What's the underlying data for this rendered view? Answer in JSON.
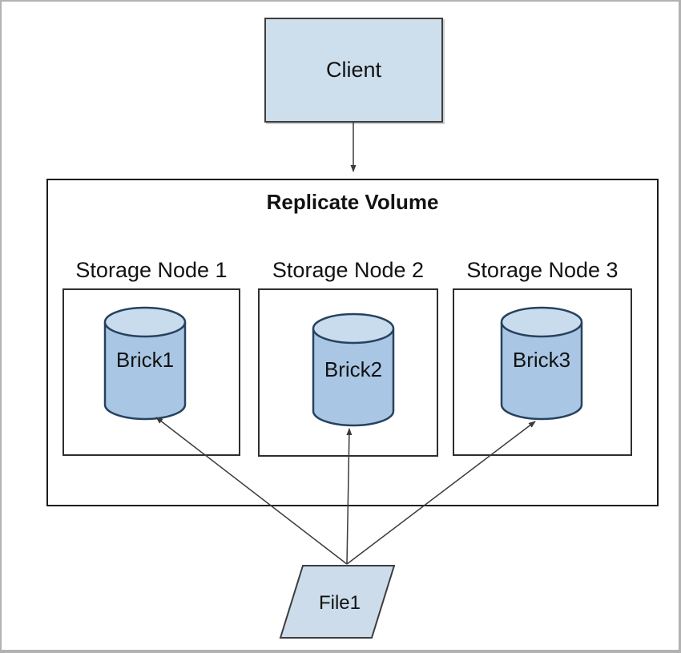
{
  "diagram": {
    "client": {
      "label": "Client"
    },
    "volume": {
      "title": "Replicate Volume"
    },
    "nodes": [
      {
        "label": "Storage Node 1",
        "brick_label": "Brick1"
      },
      {
        "label": "Storage Node 2",
        "brick_label": "Brick2"
      },
      {
        "label": "Storage Node 3",
        "brick_label": "Brick3"
      }
    ],
    "file": {
      "label": "File1"
    },
    "colors": {
      "shape_fill_light": "#cddeec",
      "file_fill": "#ccdcea",
      "cylinder_body_fill": "#a9c7e4",
      "cylinder_top_fill": "#c9dcee",
      "cylinder_stroke": "#27425f",
      "box_stroke": "#2e2e2e",
      "outer_box_stroke": "#1c1c1c",
      "arrow_stroke": "#3a3a3a",
      "frame_border": "#b2b2b2",
      "text_color": "#121212"
    }
  }
}
